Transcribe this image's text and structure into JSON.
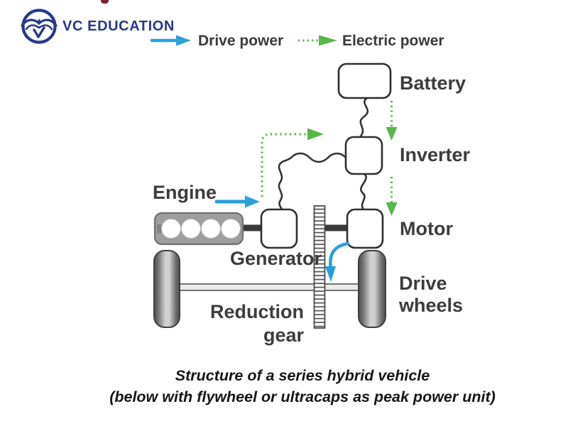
{
  "brand": {
    "name": "VC EDUCATION",
    "color": "#27398b"
  },
  "legend": {
    "drive_power": {
      "label": "Drive power",
      "color": "#2aa0d8"
    },
    "electric_power": {
      "label": "Electric power",
      "color": "#56b848"
    }
  },
  "diagram": {
    "labels": {
      "battery": "Battery",
      "inverter": "Inverter",
      "motor": "Motor",
      "engine": "Engine",
      "generator": "Generator",
      "reduction_gear_line1": "Reduction",
      "reduction_gear_line2": "gear",
      "drive_wheels_line1": "Drive",
      "drive_wheels_line2": "wheels"
    }
  },
  "caption": {
    "line1": "Structure of a series hybrid vehicle",
    "line2": "(below with flywheel or ultracaps as peak power unit)"
  }
}
